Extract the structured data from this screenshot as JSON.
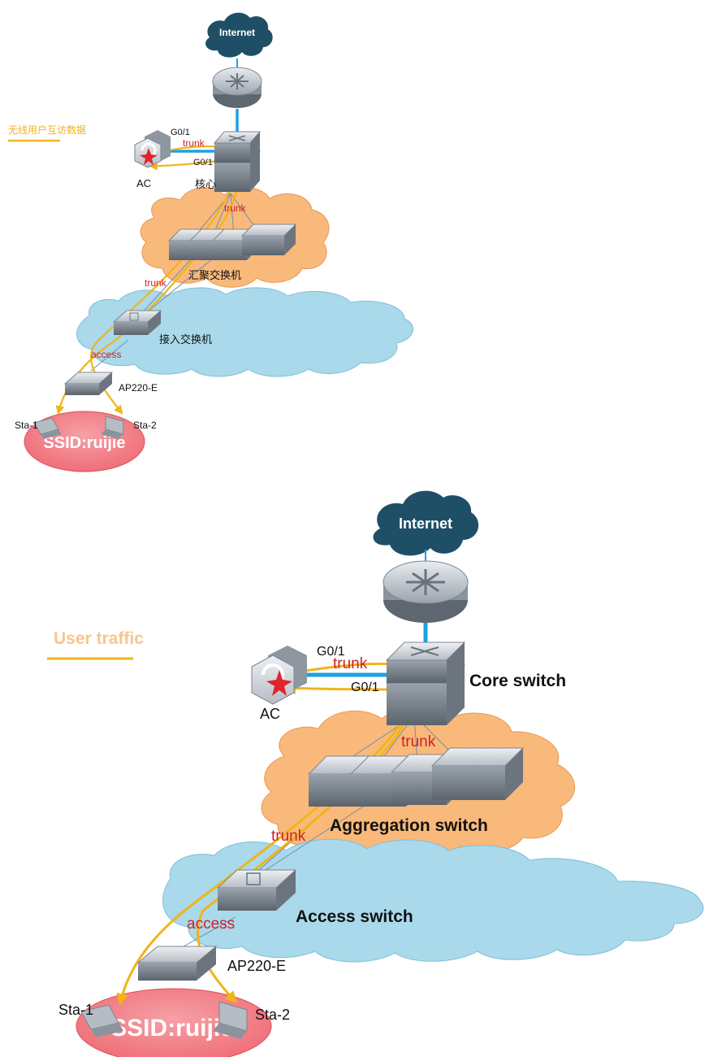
{
  "colors": {
    "traffic": "#f2b418",
    "uplink": "#1aa3e0",
    "thin_link": "#6f8fb0",
    "cloud_dark": "#1f4f66",
    "cloud_orange": "#f9b97a",
    "cloud_blue": "#a9d9ea",
    "ssid_fill": "#f17a82",
    "link_text": "#d0202a",
    "legend_cn": "#f2b418",
    "legend_en": "#f6c68e"
  },
  "diagram_cn": {
    "legend": "无线用户互访数据",
    "internet": "Internet",
    "g0_1_top": "G0/1",
    "g0_1_bottom": "G0/1",
    "trunk_ac": "trunk",
    "ac": "AC",
    "core": "核心",
    "trunk_core": "trunk",
    "aggregation": "汇聚交换机",
    "trunk_access": "trunk",
    "access_switch": "接入交换机",
    "access": "access",
    "ap": "AP220-E",
    "sta1": "Sta-1",
    "sta2": "Sta-2",
    "ssid": "SSID:ruijie"
  },
  "diagram_en": {
    "legend": "User traffic",
    "internet": "Internet",
    "g0_1_top": "G0/1",
    "g0_1_bottom": "G0/1",
    "trunk_ac": "trunk",
    "ac": "AC",
    "core": "Core switch",
    "trunk_core": "trunk",
    "aggregation": "Aggregation switch",
    "trunk_access": "trunk",
    "access_switch": "Access switch",
    "access": "access",
    "ap": "AP220-E",
    "sta1": "Sta-1",
    "sta2": "Sta-2",
    "ssid": "SSID:ruijie"
  }
}
